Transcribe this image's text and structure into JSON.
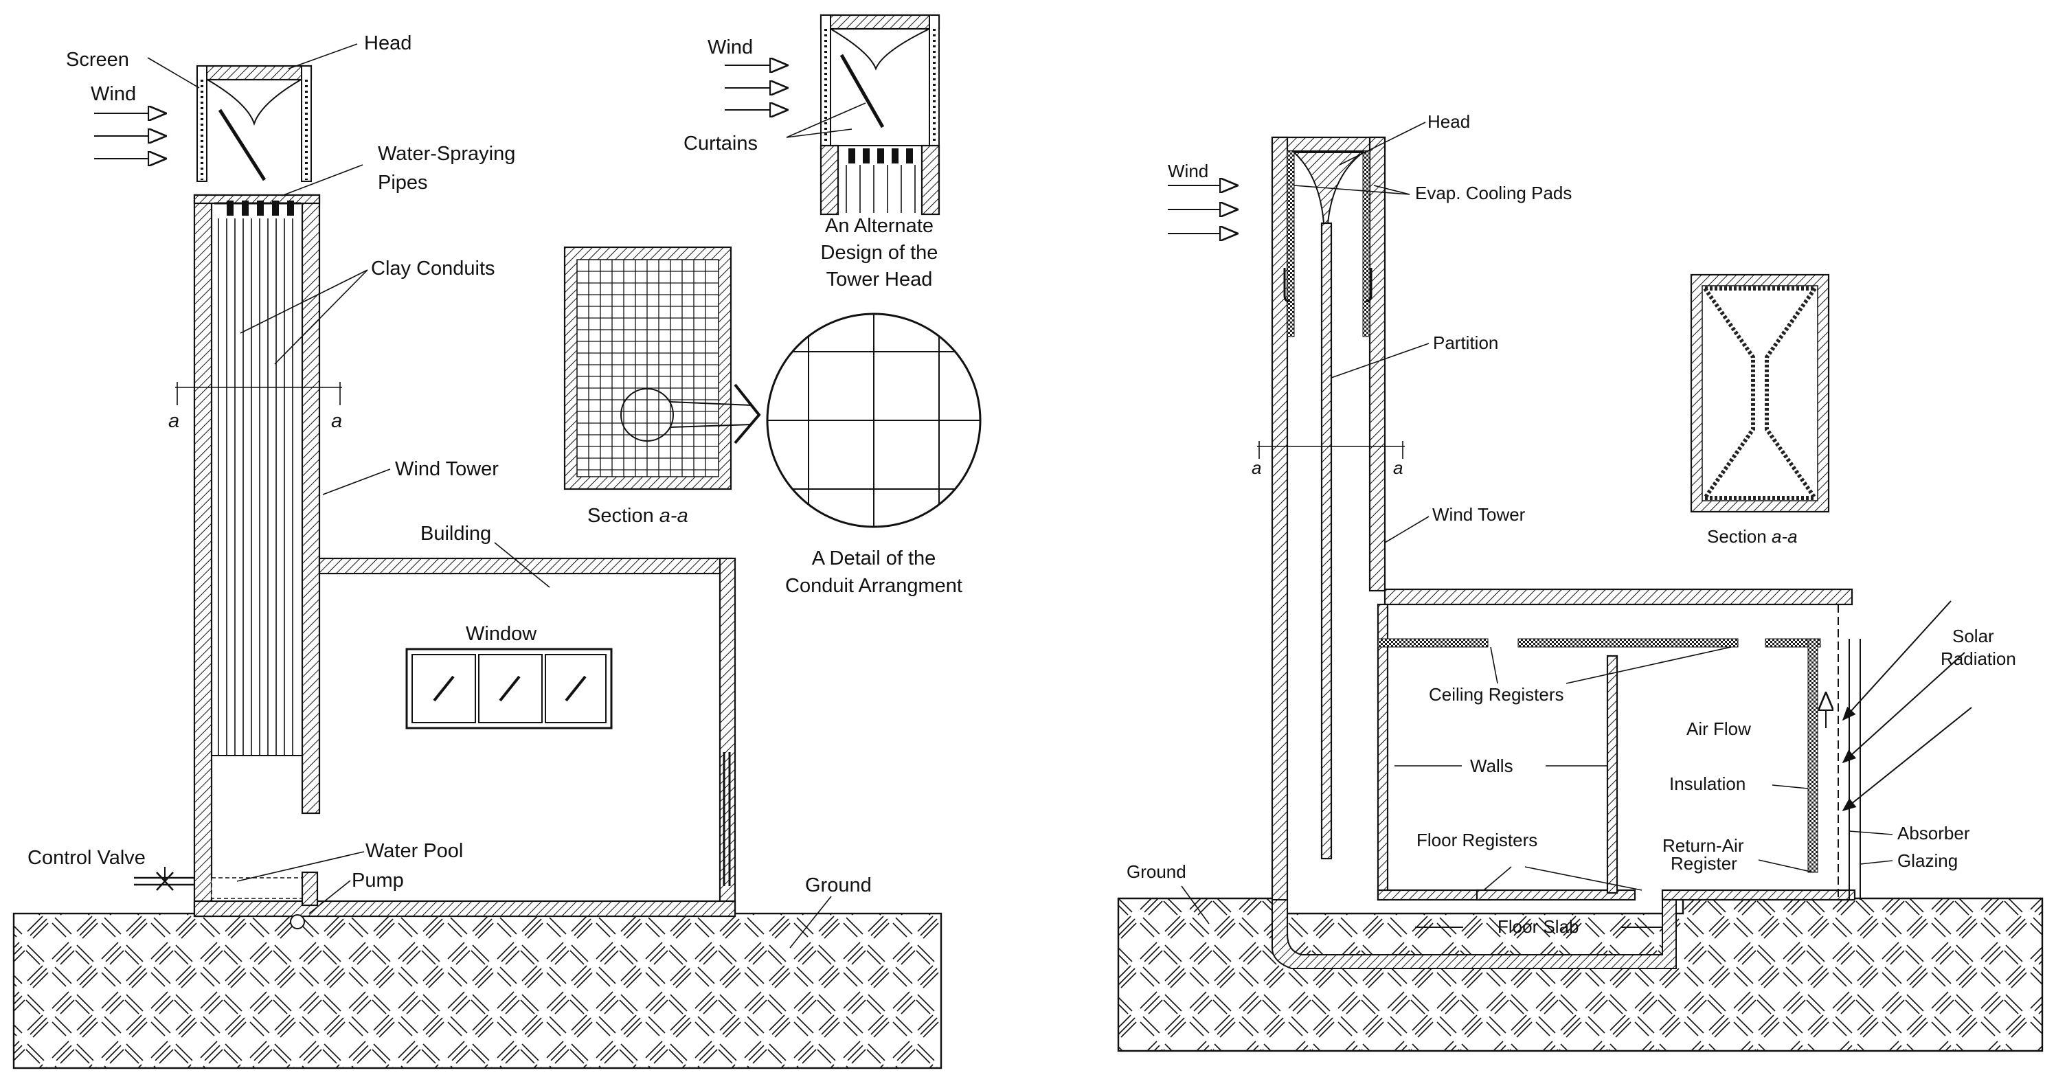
{
  "left": {
    "labels": {
      "screen": "Screen",
      "head": "Head",
      "wind": "Wind",
      "water_spraying_1": "Water-Spraying",
      "water_spraying_2": "Pipes",
      "clay_conduits": "Clay Conduits",
      "a": "a",
      "wind_tower": "Wind Tower",
      "building": "Building",
      "window": "Window",
      "control_valve": "Control Valve",
      "water_pool": "Water Pool",
      "pump": "Pump",
      "ground": "Ground"
    },
    "inset": {
      "wind": "Wind",
      "curtains": "Curtains",
      "caption": [
        "An Alternate",
        "Design of the",
        "Tower Head"
      ]
    },
    "section": {
      "caption_prefix": "Section ",
      "caption_italic": "a-a"
    },
    "detail": {
      "caption": [
        "A Detail of the",
        "Conduit Arrangment"
      ]
    }
  },
  "right": {
    "labels": {
      "head": "Head",
      "wind": "Wind",
      "evap_pads": "Evap. Cooling Pads",
      "partition": "Partition",
      "a": "a",
      "wind_tower": "Wind Tower",
      "section_prefix": "Section ",
      "section_italic": "a-a",
      "solar_1": "Solar",
      "solar_2": "Radiation",
      "ceiling_registers": "Ceiling Registers",
      "air_flow": "Air Flow",
      "walls": "Walls",
      "insulation": "Insulation",
      "floor_registers": "Floor Registers",
      "return_air_1": "Return-Air",
      "return_air_2": "Register",
      "absorber": "Absorber",
      "glazing": "Glazing",
      "ground": "Ground",
      "floor_slab": "Floor Slab"
    }
  }
}
